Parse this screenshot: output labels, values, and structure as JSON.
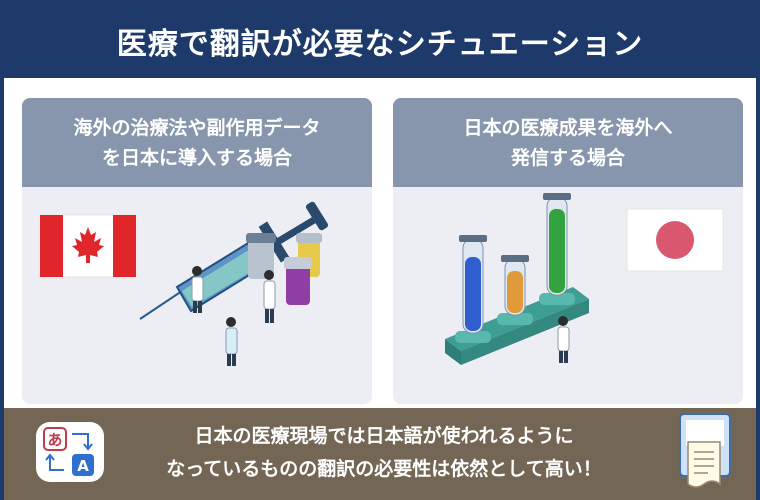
{
  "header": {
    "title": "医療で翻訳が必要なシチュエーション"
  },
  "cards": [
    {
      "title_lines": [
        "海外の治療法や副作用データ",
        "を日本に導入する場合"
      ],
      "flag_icon": "canada-flag-icon",
      "illustration": "syringe-and-medical-staff-illustration"
    },
    {
      "title_lines": [
        "日本の医療成果を海外へ",
        "発信する場合"
      ],
      "flag_icon": "japan-flag-icon",
      "illustration": "test-tubes-illustration"
    }
  ],
  "footer": {
    "lines": [
      "日本の医療現場では日本語が使われるように",
      "なっているものの翻訳の必要性は依然として高い！"
    ],
    "translate_icon": {
      "source_glyph": "あ",
      "target_glyph": "A"
    },
    "document_icon": "document-icon"
  },
  "colors": {
    "navy": "#1e3a6b",
    "card_header": "#8796ac",
    "card_body": "#eceef3",
    "footer": "#736655",
    "canada_red": "#e0262b",
    "japan_red": "#d9586f"
  }
}
